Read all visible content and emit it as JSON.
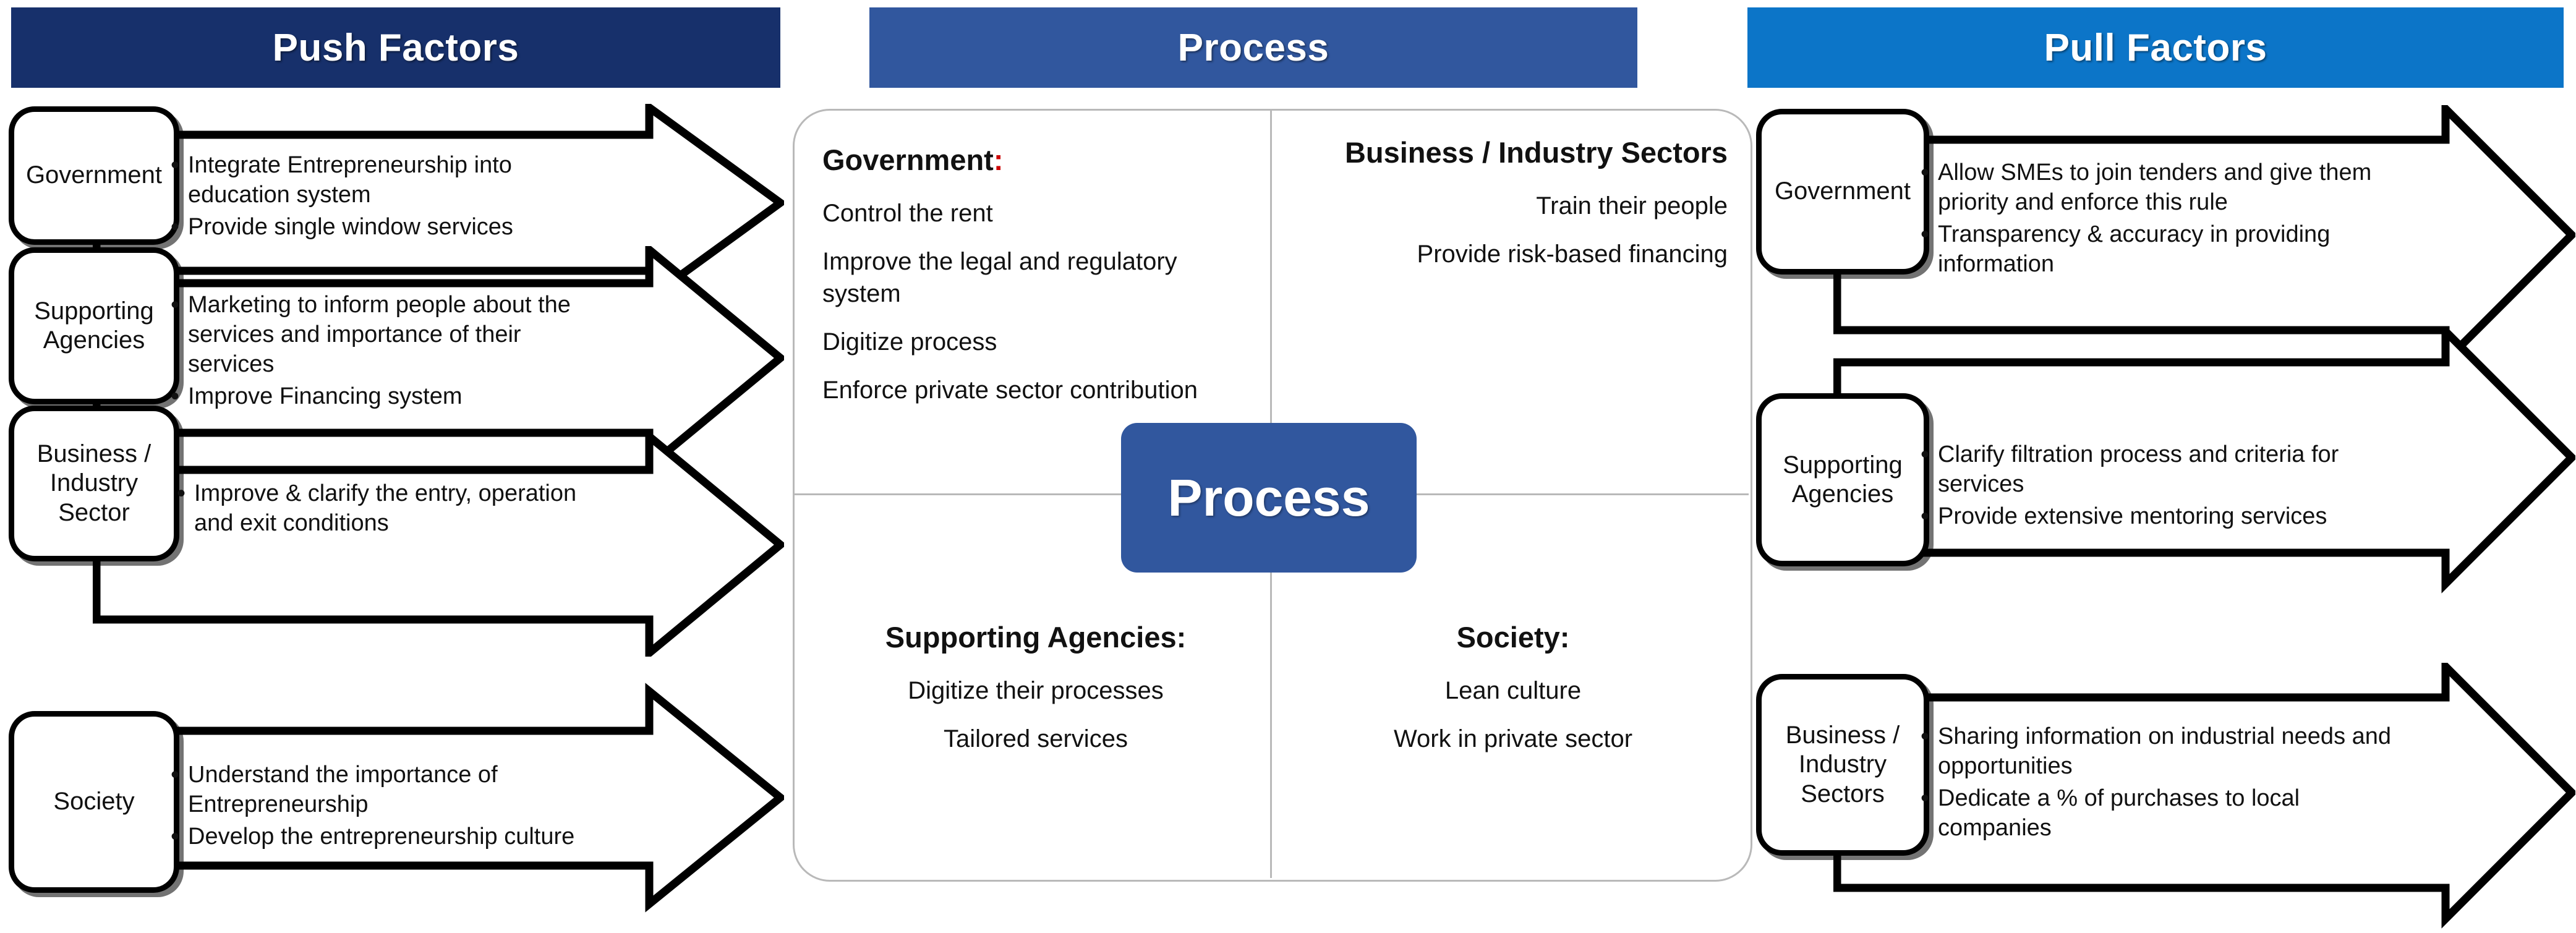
{
  "headers": {
    "push": {
      "label": "Push Factors",
      "color": "#17306b"
    },
    "process": {
      "label": "Process",
      "color": "#31579e"
    },
    "pull": {
      "label": "Pull Factors",
      "color": "#0c75c8"
    }
  },
  "push_factors": [
    {
      "actor": "Government",
      "points": [
        "Integrate Entrepreneurship into education system",
        "Provide single window services"
      ]
    },
    {
      "actor": "Supporting Agencies",
      "points": [
        "Marketing to inform people about the services and importance of their services",
        "Improve Financing system"
      ]
    },
    {
      "actor": "Business / Industry Sector",
      "points": [
        "Improve & clarify the entry, operation and exit conditions"
      ]
    },
    {
      "actor": "Society",
      "points": [
        "Understand the importance of Entrepreneurship",
        "Develop the entrepreneurship culture"
      ]
    }
  ],
  "process": {
    "badge_label": "Process",
    "badge_color": "#31579e",
    "quadrants": [
      {
        "title": "Government",
        "colon": ":",
        "colon_color": "#cc0000",
        "align": "left",
        "lines": [
          "Control the rent",
          "Improve the legal and regulatory system",
          "Digitize process",
          "Enforce private sector contribution"
        ]
      },
      {
        "title": "Business / Industry Sectors",
        "colon": "",
        "colon_color": "#000000",
        "align": "right",
        "lines": [
          "Train their people",
          "Provide risk-based financing"
        ]
      },
      {
        "title": "Supporting Agencies",
        "colon": ":",
        "colon_color": "#000000",
        "align": "center",
        "lines": [
          "Digitize their processes",
          "Tailored services"
        ]
      },
      {
        "title": "Society",
        "colon": ":",
        "colon_color": "#000000",
        "align": "center",
        "lines": [
          "Lean culture",
          "Work in private sector"
        ]
      }
    ]
  },
  "pull_factors": [
    {
      "actor": "Government",
      "points": [
        "Allow SMEs to join tenders and give them priority and enforce this rule",
        "Transparency & accuracy in providing information"
      ]
    },
    {
      "actor": "Supporting Agencies",
      "points": [
        "Clarify filtration process and criteria for services",
        "Provide extensive mentoring services"
      ]
    },
    {
      "actor": "Business / Industry Sectors",
      "points": [
        "Sharing information on industrial needs and opportunities",
        "Dedicate a % of purchases to local companies"
      ]
    }
  ]
}
